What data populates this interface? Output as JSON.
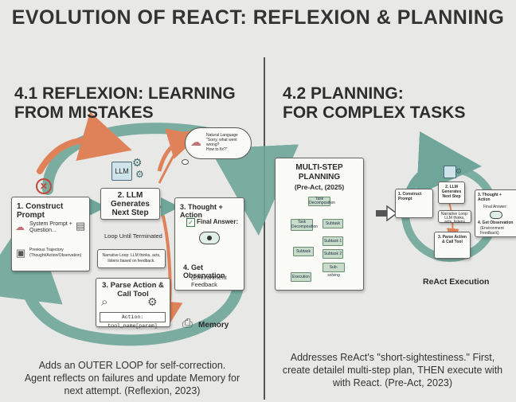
{
  "title": "EVOLUTION OF REACT: REFLEXION & PLANNING",
  "reflexion": {
    "heading_line1": "4.1 REFLEXION: LEARNING",
    "heading_line2": "FROM MISTAKES",
    "thought_bubble": [
      "Natural Language",
      "\"Sorry, what went wrong?",
      "How to fix?\""
    ],
    "llm_icon_label": "LLM",
    "construct_prompt": {
      "title": "1. Construct Prompt",
      "item1": "System Prompt + Question...",
      "item2": "Previous Trajectory (Thought/Action/Observation)"
    },
    "llm_step": {
      "title_line1": "2. LLM",
      "title_line2": "Generates",
      "title_line3": "Next Step"
    },
    "loop_label": "Loop Until Terminated",
    "narrative_note": "Narrative Loop: LLM thinks, acts, listens based on feedback.",
    "thought_action": {
      "title": "3. Thought + Action",
      "final_answer": "Final Answer:"
    },
    "observation": {
      "title": "4. Get Observation",
      "sub": "(Environment Feedback"
    },
    "parse_action": {
      "title_line1": "3. Parse Action &",
      "title_line2": "Call Tool",
      "code": "Action: tool_name[param]"
    },
    "memory_label": "Memory",
    "caption": [
      "Adds an OUTER LOOP for self-correction.",
      "Agent reflects on failures and update Memory for",
      "next attempt. (Reflexion, 2023)"
    ]
  },
  "planning": {
    "heading_line1": "4.2 PLANNING:",
    "heading_line2": "FOR COMPLEX TASKS",
    "plan_box": {
      "title_line1": "MULTI-STEP",
      "title_line2": "PLANNING",
      "title_line3": "(Pre-Act, (2025)"
    },
    "plan_nodes": [
      "Task Decomposition",
      "Task Decomposition",
      "Subtask",
      "Subtask 1",
      "Subtask",
      "Subtask 2",
      "Execution",
      "Sub-solving"
    ],
    "mini": {
      "construct": "1. Construct Prompt",
      "llm": "2. LLM Generates Next Step",
      "thought": "3. Thought + Action",
      "final": "Final Answer:",
      "observation": "4. Get Observation",
      "observation_sub": "(Environment Feedback)",
      "parse": "3. Parse Action & Call Tool",
      "narrative": "Narrative Loop: LLM thinks, acts, listens"
    },
    "execution_label": "ReAct Execution",
    "caption": [
      "Addresses ReAct's \"short-sightestiness.\" First,",
      "create detailel multi-step plan, THEN execute with",
      "with React. (Pre-Act, 2023)"
    ]
  },
  "colors": {
    "teal": "#6fa699",
    "orange": "#e08259",
    "green": "#8fbf9a",
    "plan_node": "#c9dccb"
  }
}
